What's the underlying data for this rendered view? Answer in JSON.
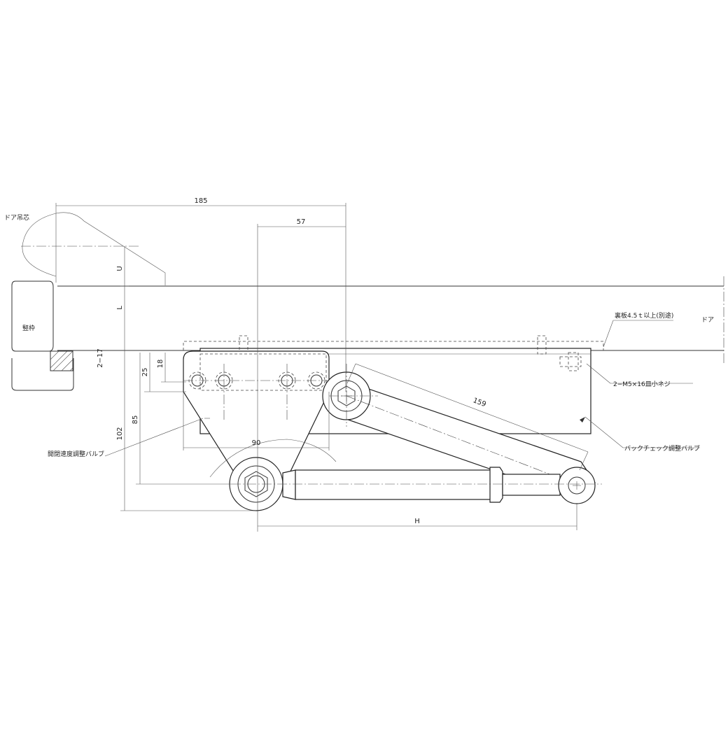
{
  "labels": {
    "door_pivot": "ドア吊芯",
    "frame": "竪枠",
    "door": "ドア",
    "backing_plate": "裏板4.5ｔ以上(別途)",
    "screws": "2−M5×16皿小ネジ",
    "closing_speed_valve": "開閉速度調整バルブ",
    "backcheck_valve": "バックチェック調整バルブ"
  },
  "dimensions": {
    "d185": "185",
    "d57": "57",
    "dU": "U",
    "dL": "L",
    "d2_17": "2−17",
    "d25": "25",
    "d18": "18",
    "d85": "85",
    "d102": "102",
    "d90": "90",
    "d159": "159",
    "dH": "H"
  }
}
